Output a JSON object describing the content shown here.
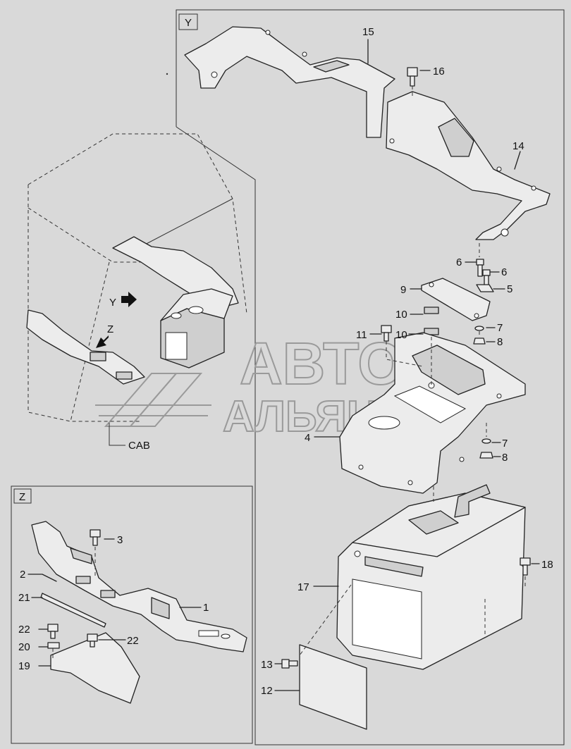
{
  "views": {
    "y": "Y",
    "z": "Z"
  },
  "cab": {
    "label": "CAB",
    "arrow_y": "Y",
    "arrow_z": "Z"
  },
  "watermark": {
    "line1": "АВТО",
    "line2": "АЛЬЯНС"
  },
  "callouts": {
    "c1": "1",
    "c2": "2",
    "c3": "3",
    "c4": "4",
    "c5": "5",
    "c6a": "6",
    "c6b": "6",
    "c7a": "7",
    "c7b": "7",
    "c8a": "8",
    "c8b": "8",
    "c9": "9",
    "c10a": "10",
    "c10b": "10",
    "c11": "11",
    "c12": "12",
    "c13": "13",
    "c14": "14",
    "c15": "15",
    "c16": "16",
    "c17": "17",
    "c18": "18",
    "c19": "19",
    "c20": "20",
    "c21": "21",
    "c22a": "22",
    "c22b": "22"
  },
  "colors": {
    "background": "#d9d9d9",
    "line": "#222222",
    "watermark": "#9a9a9a"
  }
}
